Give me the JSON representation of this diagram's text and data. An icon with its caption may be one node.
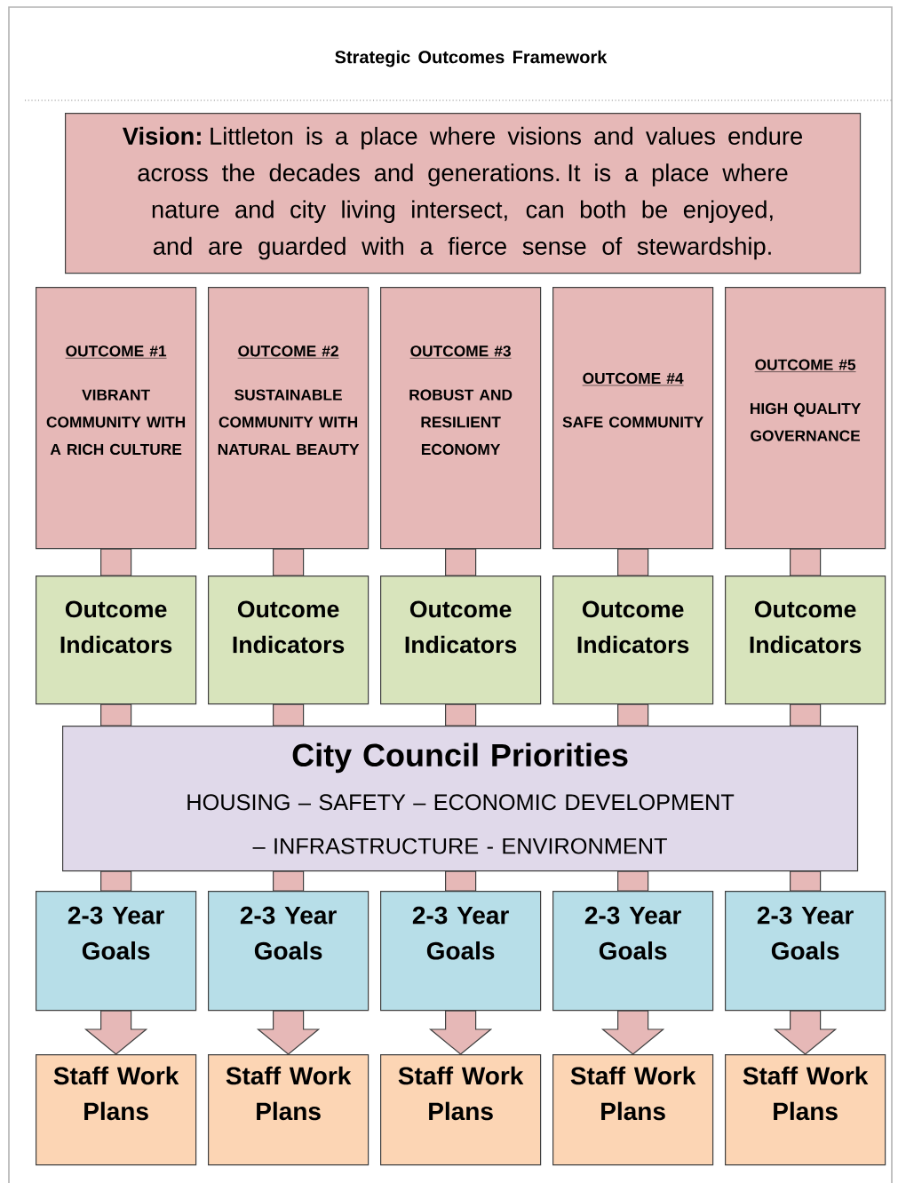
{
  "diagram": {
    "title": "Strategic Outcomes Framework",
    "nodes": [
      {
        "text": [
          "**Vision:** Littleton is a place where visions and values endure across the decades and generations. It is a place where nature and city living intersect, can both be enjoyed, and are guarded with a fierce sense of stewardship."
        ]
      },
      {
        "text": [
          "OUTCOME #1",
          "VIBRANT COMMUNITY WITH A RICH CULTURE"
        ]
      },
      {
        "text": [
          "OUTCOME #2",
          "SUSTAINABLE COMMUNITY WITH NATURAL BEAUTY"
        ]
      },
      {
        "text": [
          "OUTCOME #3",
          "ROBUST AND RESILIENT ECONOMY"
        ]
      },
      {
        "text": [
          "OUTCOME #4",
          "SAFE COMMUNITY"
        ]
      },
      {
        "text": [
          "OUTCOME #5",
          "HIGH QUALITY GOVERNANCE"
        ]
      },
      {
        "text": [
          "Outcome Indicators"
        ]
      },
      {
        "text": [
          "Outcome Indicators"
        ]
      },
      {
        "text": [
          "Outcome Indicators"
        ]
      },
      {
        "text": [
          "Outcome Indicators"
        ]
      },
      {
        "text": [
          "Outcome Indicators"
        ]
      },
      {
        "text": [
          "City Council Priorities",
          "HOUSING – SAFETY – ECONOMIC DEVELOPMENT – INFRASTRUCTURE - ENVIRONMENT"
        ]
      },
      {
        "text": [
          "2-3 Year Goals"
        ]
      },
      {
        "text": [
          "2-3 Year Goals"
        ]
      },
      {
        "text": [
          "2-3 Year Goals"
        ]
      },
      {
        "text": [
          "2-3 Year Goals"
        ]
      },
      {
        "text": [
          "2-3 Year Goals"
        ]
      },
      {
        "text": [
          "Staff Work Plans"
        ]
      },
      {
        "text": [
          "Staff Work Plans"
        ]
      },
      {
        "text": [
          "Staff Work Plans"
        ]
      },
      {
        "text": [
          "Staff Work Plans"
        ]
      },
      {
        "text": [
          "Staff Work Plans"
        ]
      }
    ],
    "edges": [
      {
        "from": 1,
        "to": 6,
        "arrow": "none"
      },
      {
        "from": 2,
        "to": 7,
        "arrow": "none"
      },
      {
        "from": 3,
        "to": 8,
        "arrow": "none"
      },
      {
        "from": 4,
        "to": 9,
        "arrow": "none"
      },
      {
        "from": 5,
        "to": 10,
        "arrow": "none"
      },
      {
        "from": 6,
        "to": 11,
        "arrow": "none"
      },
      {
        "from": 7,
        "to": 11,
        "arrow": "none"
      },
      {
        "from": 8,
        "to": 11,
        "arrow": "none"
      },
      {
        "from": 9,
        "to": 11,
        "arrow": "none"
      },
      {
        "from": 10,
        "to": 11,
        "arrow": "none"
      },
      {
        "from": 11,
        "to": 12,
        "arrow": "none"
      },
      {
        "from": 11,
        "to": 13,
        "arrow": "none"
      },
      {
        "from": 11,
        "to": 14,
        "arrow": "none"
      },
      {
        "from": 11,
        "to": 15,
        "arrow": "none"
      },
      {
        "from": 11,
        "to": 16,
        "arrow": "none"
      },
      {
        "from": 12,
        "to": 17,
        "arrow": "to"
      },
      {
        "from": 13,
        "to": 18,
        "arrow": "to"
      },
      {
        "from": 14,
        "to": 19,
        "arrow": "to"
      },
      {
        "from": 15,
        "to": 20,
        "arrow": "to"
      },
      {
        "from": 16,
        "to": 21,
        "arrow": "to"
      }
    ]
  }
}
